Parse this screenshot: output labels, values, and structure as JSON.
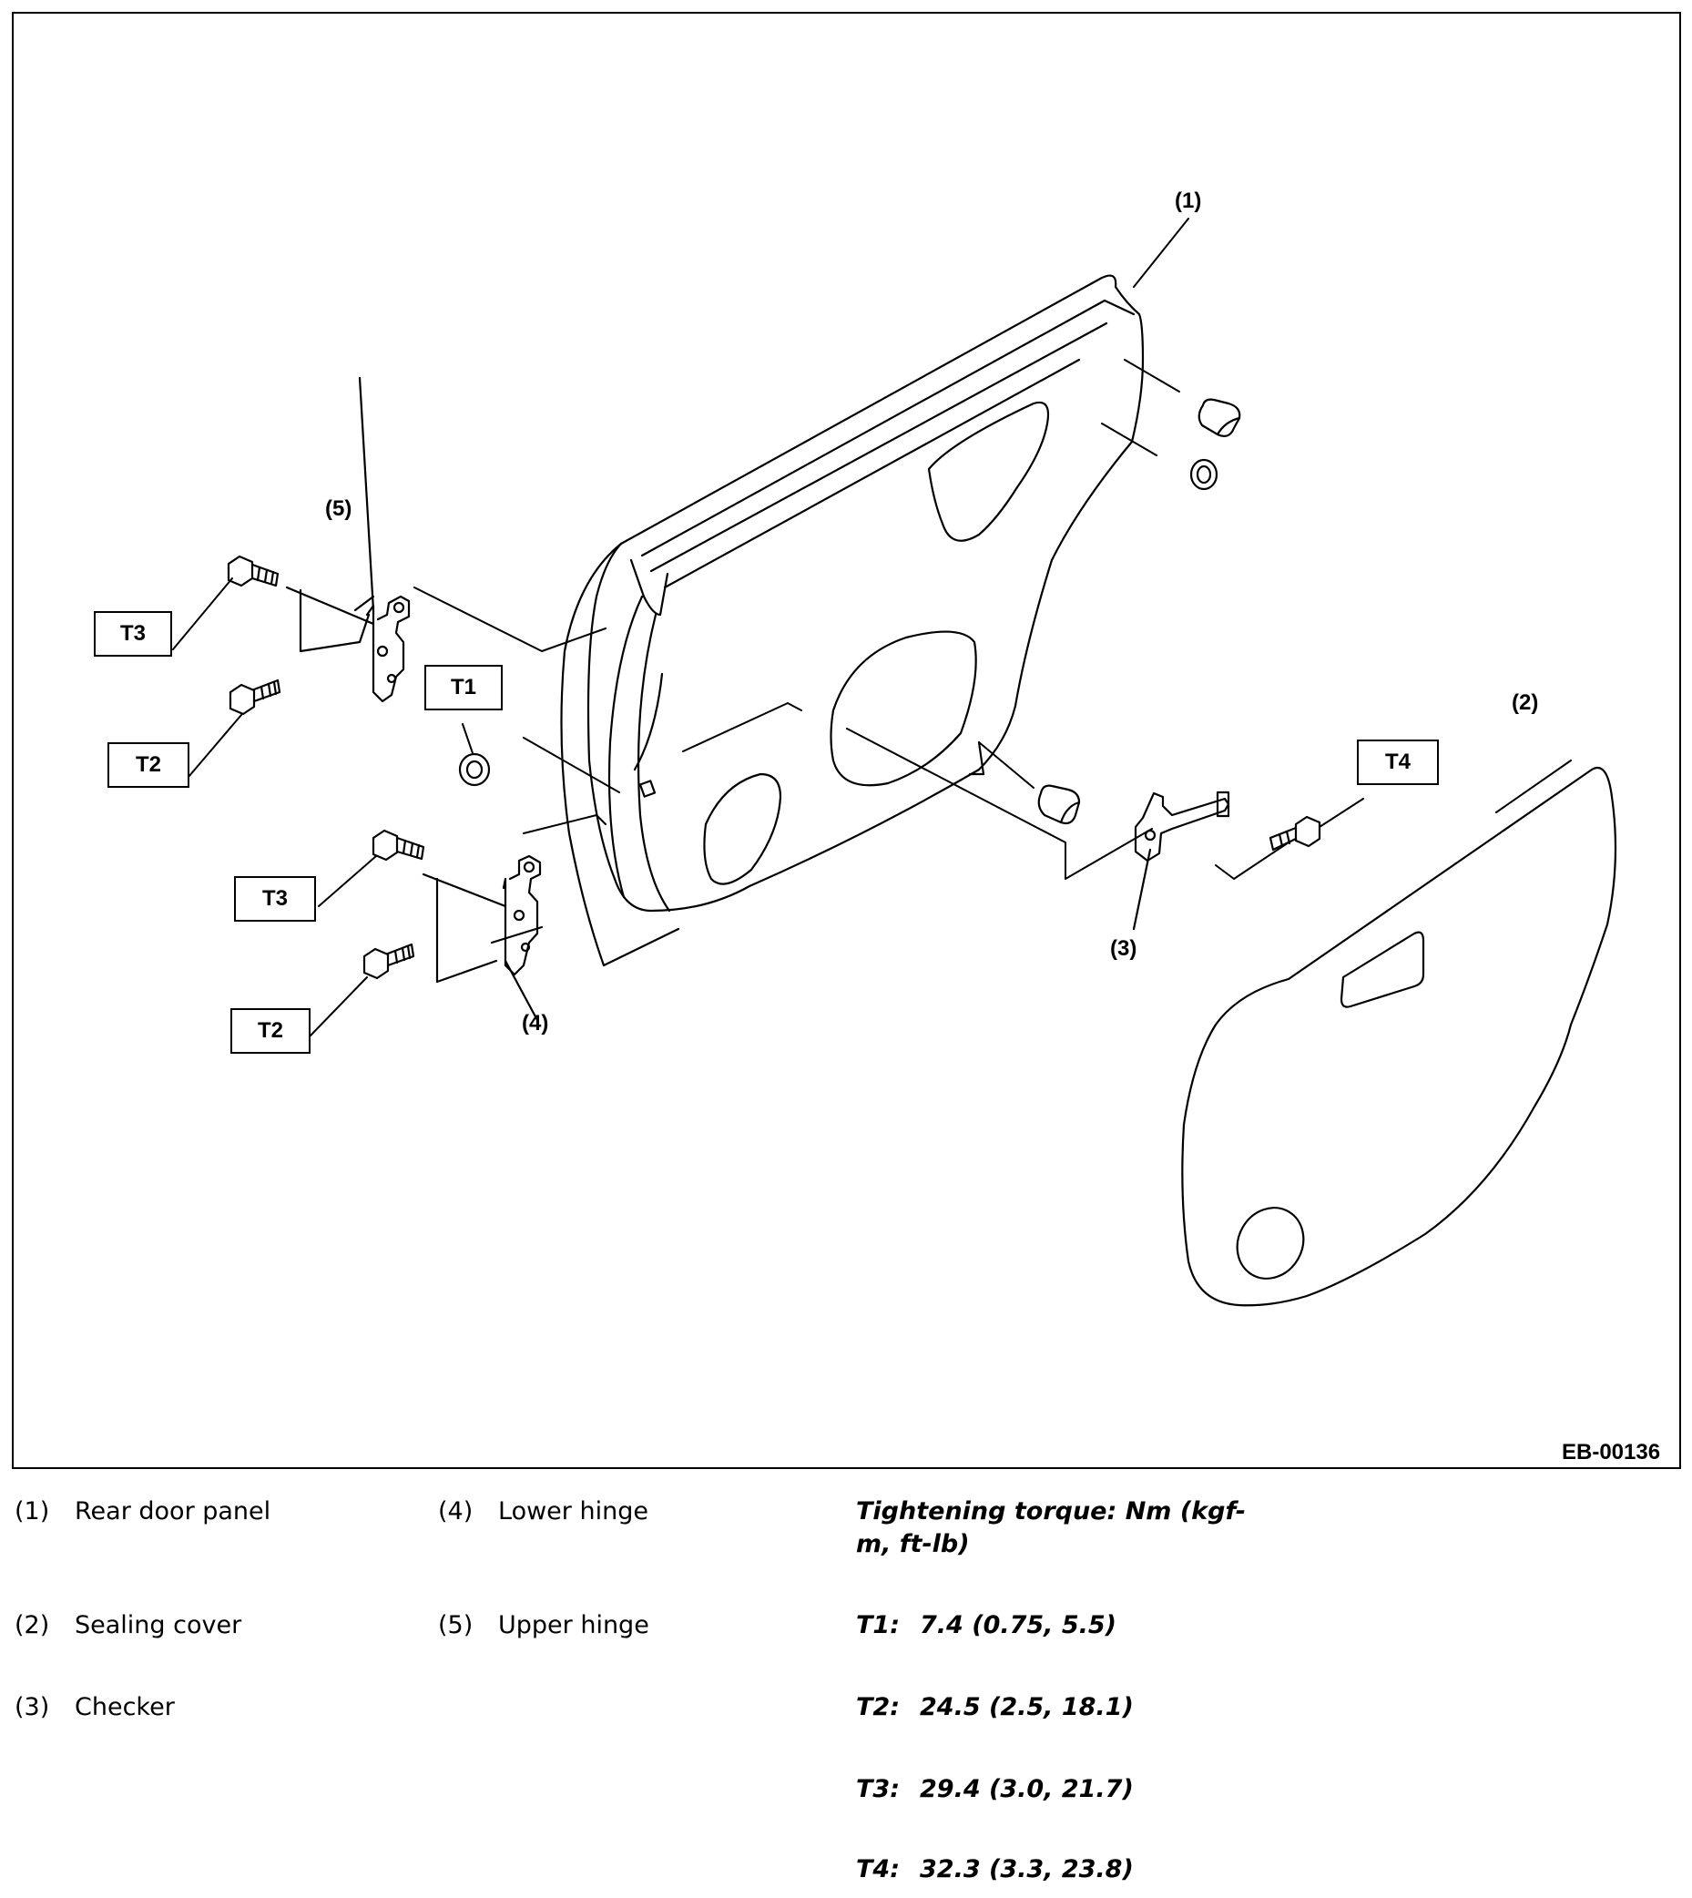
{
  "figure": {
    "id": "EB-00136",
    "callouts": [
      "(1)",
      "(2)",
      "(3)",
      "(4)",
      "(5)"
    ],
    "torque_tags": [
      "T1",
      "T2",
      "T3",
      "T4"
    ]
  },
  "legend": [
    {
      "num": "(1)",
      "label": "Rear door panel"
    },
    {
      "num": "(2)",
      "label": "Sealing cover"
    },
    {
      "num": "(3)",
      "label": "Checker"
    },
    {
      "num": "(4)",
      "label": "Lower hinge"
    },
    {
      "num": "(5)",
      "label": "Upper hinge"
    }
  ],
  "torque": {
    "title_line1": "Tightening torque: Nm (kgf-",
    "title_line2": "m, ft-lb)",
    "items": [
      {
        "tag": "T1:",
        "value": "7.4 (0.75, 5.5)"
      },
      {
        "tag": "T2:",
        "value": "24.5 (2.5, 18.1)"
      },
      {
        "tag": "T3:",
        "value": "29.4 (3.0, 21.7)"
      },
      {
        "tag": "T4:",
        "value": "32.3 (3.3, 23.8)"
      }
    ]
  }
}
